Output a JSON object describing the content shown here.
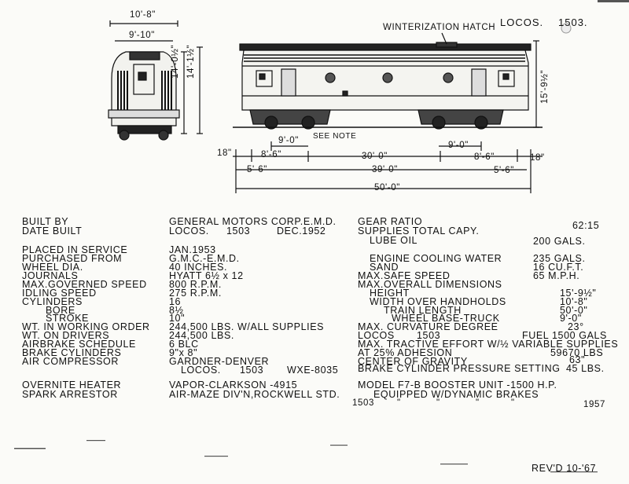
{
  "header": {
    "section": "LOCOS.",
    "number": "1503.",
    "hatch_label": "WINTERIZATION HATCH"
  },
  "dims": {
    "front_width": "10'-8\"",
    "front_inner": "9'-10\"",
    "front_h1": "14'-0½\"",
    "front_h2": "14'-1½\"",
    "side_height": "15'-9½\"",
    "truck_a": "9'-0\"",
    "see_note": "SEE NOTE",
    "truck_b": "9'-0\"",
    "left_18": "18\"",
    "left_86": "8'-6\"",
    "center": "30'-0\"",
    "right_86": "8'-6\"",
    "right_18": "18\"",
    "left_56": "5'-6\"",
    "overall_39": "39'-0\"",
    "right_56": "5'-6\"",
    "overall_50": "50'-0\""
  },
  "left": {
    "built_by": "BUILT BY",
    "date_built": "DATE BUILT",
    "placed": "PLACED IN SERVICE",
    "purchased": "PURCHASED FROM",
    "wheel": "WHEEL DIA.",
    "journals": "JOURNALS",
    "maxgov": "MAX.GOVERNED SPEED",
    "idling": "IDLING SPEED",
    "cylinders": "CYLINDERS",
    "bore": "BORE",
    "stroke": "STROKE",
    "wt_order": "WT. IN WORKING ORDER",
    "wt_drivers": "WT. ON DRIVERS",
    "airbrake": "AIRBRAKE SCHEDULE",
    "brake_cyl": "BRAKE CYLINDERS",
    "air_comp": "AIR COMPRESSOR",
    "heater": "OVERNITE HEATER",
    "spark": "SPARK ARRESTOR"
  },
  "mid": {
    "builder": "GENERAL MOTORS CORP.E.M.D.",
    "locos": "LOCOS.",
    "locos_no": "1503",
    "date": "DEC.1952",
    "placed": "JAN.1953",
    "purchased": "G.M.C.-E.M.D.",
    "wheel": "40 INCHES.",
    "journals": "HYATT 6½ x 12",
    "maxgov": "800 R.P.M.",
    "idling": "275 R.P.M.",
    "cylinders": "16",
    "bore": "8½",
    "stroke": "10\"",
    "wt_order": "244,500 LBS. W/ALL SUPPLIES",
    "wt_drivers": "244,500 LBS.",
    "airbrake": "6 BLC",
    "brake_cyl": "9\"x 8\"",
    "comp1": "GARDNER-DENVER",
    "comp2_locos": "LOCOS.",
    "comp2_no": "1503",
    "comp2_model": "WXE-8035",
    "heater": "VAPOR-CLARKSON -4915",
    "spark": "AIR-MAZE DIV'N,ROCKWELL STD."
  },
  "right": {
    "gear": "GEAR RATIO",
    "gear_v": "62:15",
    "supplies": "SUPPLIES TOTAL CAPY.",
    "lube": "LUBE OIL",
    "lube_v": "200 GALS.",
    "cooling": "ENGINE COOLING WATER",
    "cooling_v": "235 GALS.",
    "sand": "SAND",
    "sand_v": "16 CU.F.T.",
    "maxsafe": "MAX.SAFE SPEED",
    "maxsafe_v": "65 M.P.H.",
    "maxdim": "MAX.OVERALL DIMENSIONS",
    "height": "HEIGHT",
    "height_v": "15'-9½\"",
    "width": "WIDTH OVER HANDHOLDS",
    "width_v": "10'-8\"",
    "train": "TRAIN LENGTH",
    "train_v": "50'-0\"",
    "wbt": "WHEEL BASE-TRUCK",
    "wbt_v": "9'-0\"",
    "curv": "MAX. CURVATURE DEGREE",
    "curv_v": "23°",
    "locos": "LOCOS",
    "locos_no": "1503",
    "fuel": "FUEL 1500 GALS",
    "tractive": "MAX. TRACTIVE EFFORT W/½ VARIABLE SUPPLIES",
    "adhesion": "AT 25% ADHESION",
    "adhesion_v": "59670 LBS",
    "cog": "CENTER OF GRAVITY",
    "cog_v": "63\"",
    "bcp": "BRAKE CYLINDER PRESSURE SETTING",
    "bcp_v": "45 LBS.",
    "model1": "MODEL F7-B BOOSTER UNIT -1500 H.P.",
    "model2": "EQUIPPED W/DYNAMIC BRAKES",
    "row_no": "1503",
    "ditto1": "\"",
    "ditto2": "\"",
    "ditto3": "\"",
    "ditto4": "\"",
    "year": "1957"
  },
  "footer": {
    "revised": "REV'D 10-'67"
  }
}
